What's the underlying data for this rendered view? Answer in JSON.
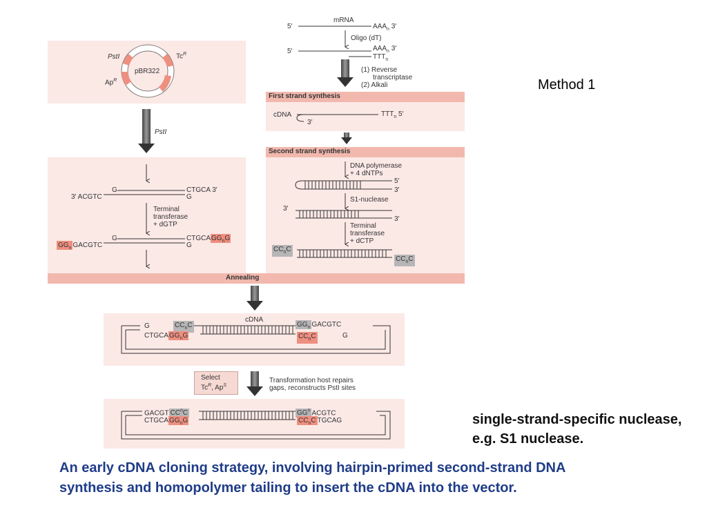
{
  "method_label": "Method 1",
  "note": {
    "line1": "single-strand-specific nuclease,",
    "line2": "e.g. S1 nuclease."
  },
  "caption": {
    "line1": "An early cDNA cloning strategy, involving hairpin-primed second-strand DNA",
    "line2": "synthesis and homopolymer tailing to insert the cDNA into the vector."
  },
  "mrna_panel": {
    "mrna": "mRNA",
    "five_prime": "5′",
    "aaa": "AAA",
    "n": "n",
    "three_prime": "3′",
    "oligo": "Oligo (dT)",
    "ttt": "TTT",
    "rt1": "(1) Reverse",
    "rt2": "transcriptase",
    "rt3": "(2) Alkali"
  },
  "plasmid": {
    "name": "pBR322",
    "pst": "PstI",
    "tc": "Tc",
    "tc_sup": "R",
    "ap": "Ap",
    "ap_sup": "R",
    "arrow_label": "PstI"
  },
  "first_strand": {
    "header": "First strand synthesis",
    "cdna": "cDNA",
    "ttt": "TTT",
    "n": "n",
    "five": "5′",
    "three": "3′"
  },
  "second_strand": {
    "header": "Second strand synthesis",
    "pol1": "DNA polymerase",
    "pol2": "+ 4 dNTPs",
    "five": "5′",
    "three": "3′",
    "s1": "S1-nuclease",
    "tt1": "Terminal",
    "tt2": "transferase",
    "tt3": "+ dCTP",
    "cc_left": "CC",
    "cc_right": "CC",
    "n": "n",
    "c": "C"
  },
  "vector_panel": {
    "g1": "G",
    "ctgca": "CTGCA 3′",
    "acgtc": "3′ ACGTC",
    "g2": "G",
    "tt1": "Terminal",
    "tt2": "transferase",
    "tt3": "+ dGTP",
    "g3": "G",
    "ctgca2": "CTGCA",
    "ggng_r": "GG",
    "n": "n",
    "gend": "G",
    "ggn_l": "GG",
    "gacgtc": "GACGTC",
    "g4": "G"
  },
  "annealing": {
    "label": "Annealing"
  },
  "annealed": {
    "cdna": "cDNA",
    "g_left": "G",
    "ccnc": "CC",
    "n": "n",
    "c": "C",
    "ggn": "GG",
    "gacgtc": "GACGTC",
    "ctgca": "CTGCA",
    "ggng": "GG",
    "g": "G",
    "ccnc2": "CC",
    "g_right": "G"
  },
  "select_box": {
    "line1": "Select",
    "tc": "Tc",
    "tc_sup": "R",
    "ap": "Ap",
    "ap_sup": "S",
    "comma": ", "
  },
  "repair": {
    "line1": "Transformation host repairs",
    "line2": "gaps, reconstructs PstI sites"
  },
  "final": {
    "gacgt": "GACGT",
    "ccnc": "CC",
    "n": "n",
    "c": "C",
    "ggn": "GG",
    "acgtc": "ACGTC",
    "ctgca": "CTGCA",
    "ggng": "GG",
    "g": "G",
    "ccnc2": "CC",
    "tgcag": "TGCAG"
  },
  "colors": {
    "panel": "#fbe9e6",
    "band": "#f2b8ae",
    "red_highlight": "#ee8f80",
    "gray_highlight": "#b6b6b6",
    "caption": "#1f3c88"
  }
}
